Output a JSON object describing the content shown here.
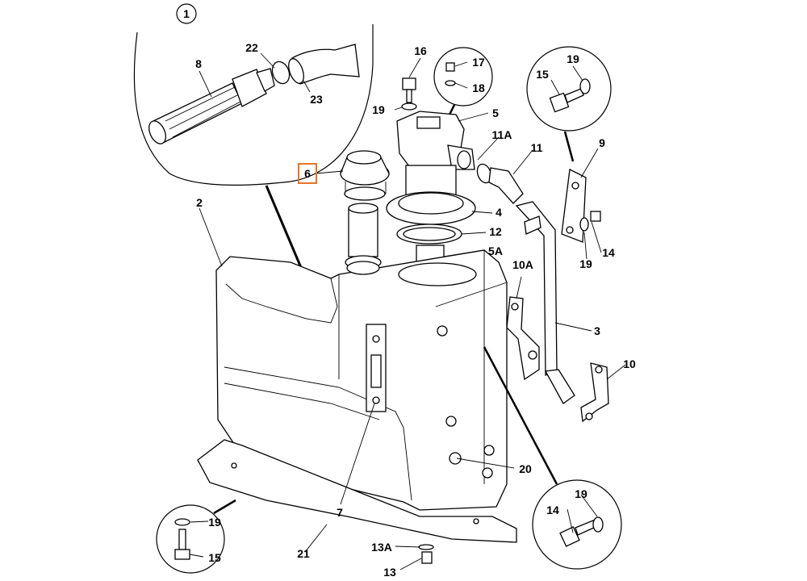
{
  "diagram": {
    "view_number": "1",
    "highlight_color": "#e8742a",
    "labels": {
      "l8": "8",
      "l22": "22",
      "l23": "23",
      "l16": "16",
      "l17": "17",
      "l18": "18",
      "l19a": "19",
      "l5": "5",
      "l11A": "11A",
      "l11": "11",
      "l15a": "15",
      "l19b": "19",
      "l9": "9",
      "l6": "6",
      "l4": "4",
      "l12": "12",
      "l5A": "5A",
      "l2": "2",
      "l10A": "10A",
      "l14a": "14",
      "l19c": "19",
      "l3": "3",
      "l10": "10",
      "l20": "20",
      "l7": "7",
      "l19d": "19",
      "l15b": "15",
      "l21": "21",
      "l13A": "13A",
      "l13": "13",
      "l14b": "14",
      "l19e": "19"
    }
  }
}
